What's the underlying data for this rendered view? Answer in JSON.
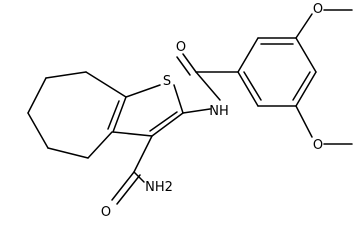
{
  "molecule": {
    "atom_labels": {
      "sulfur": "S",
      "amide_nh": "NH",
      "carbonyl_oxygen_top": "O",
      "methoxy_oxygen_top": "O",
      "methoxy_oxygen_bottom": "O",
      "amide_nh2": "NH2",
      "carbonyl_oxygen_bottom": "O"
    },
    "colors": {
      "bond": "#000000",
      "label": "#000000",
      "background": "#ffffff"
    }
  }
}
